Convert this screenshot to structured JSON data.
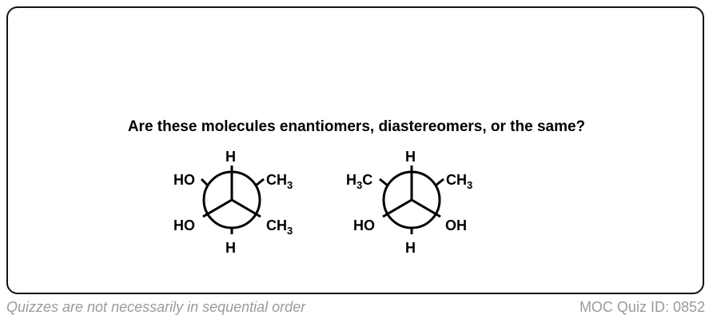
{
  "question": "Are these molecules enantiomers, diastereomers, or the same?",
  "molecule_1": {
    "front_top": "H",
    "front_lower_left": "HO",
    "front_lower_right": {
      "main": "CH",
      "sub": "3"
    },
    "back_upper_left": "HO",
    "back_upper_right": {
      "main": "CH",
      "sub": "3"
    },
    "back_bottom": "H"
  },
  "molecule_2": {
    "front_top": "H",
    "front_lower_left": "HO",
    "front_lower_right": "OH",
    "back_upper_left": {
      "pre": "H",
      "sub": "3",
      "post": "C"
    },
    "back_upper_right": {
      "main": "CH",
      "sub": "3"
    },
    "back_bottom": "H"
  },
  "footer": {
    "left": "Quizzes are not necessarily in sequential order",
    "right": "MOC Quiz ID: 0852"
  }
}
